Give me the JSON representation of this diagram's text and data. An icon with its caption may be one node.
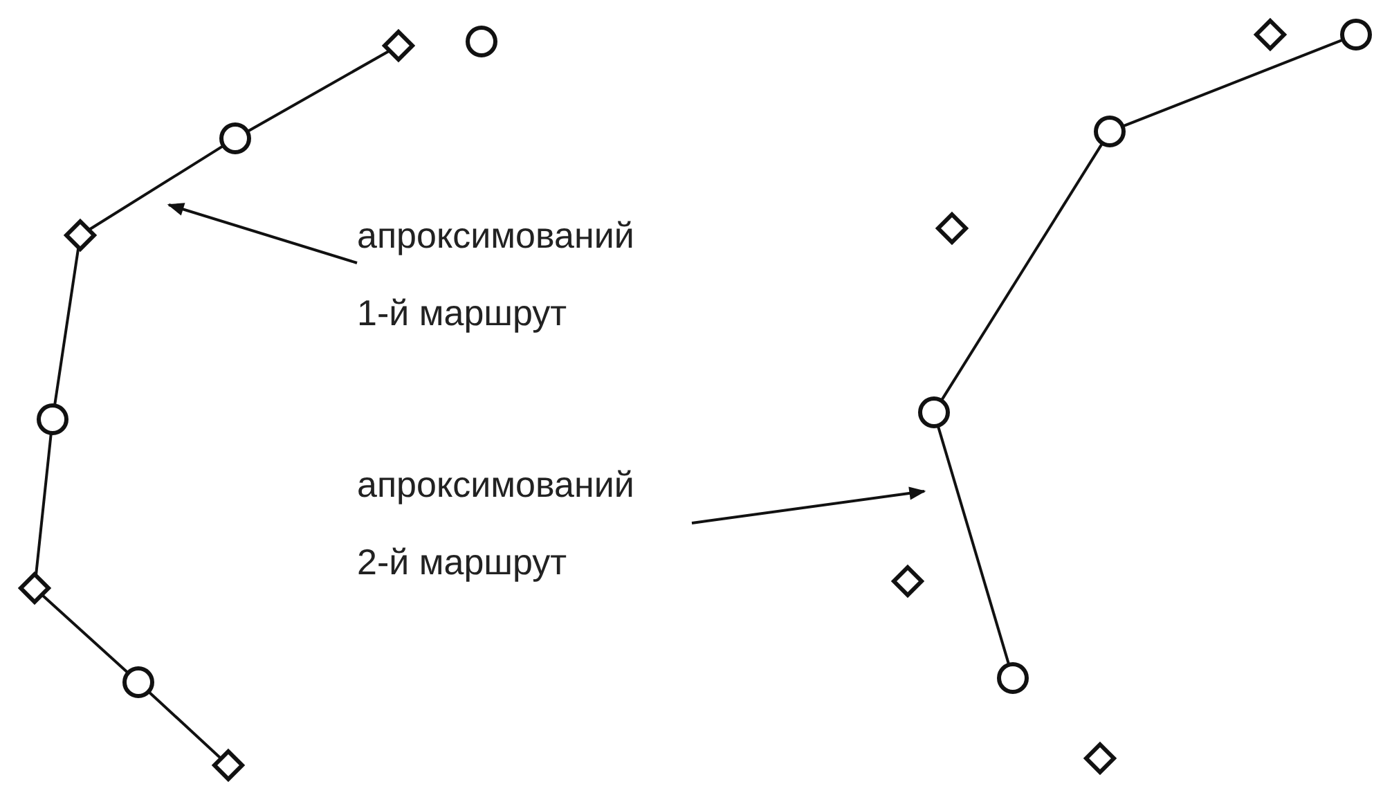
{
  "diagram": {
    "nodes": [
      {
        "text": [],
        "shape": "diamond"
      },
      {
        "text": [],
        "shape": "circle"
      },
      {
        "text": [],
        "shape": "diamond"
      },
      {
        "text": [],
        "shape": "circle"
      },
      {
        "text": [],
        "shape": "circle"
      },
      {
        "text": [],
        "shape": "circle"
      },
      {
        "text": [],
        "shape": "diamond"
      },
      {
        "text": [],
        "shape": "diamond"
      },
      {
        "text": [
          "апроксимований 1-й маршрут"
        ]
      },
      {
        "text": [],
        "shape": "circle"
      },
      {
        "text": [],
        "shape": "circle"
      },
      {
        "text": [
          "апроксимований 2-й маршрут"
        ]
      },
      {
        "text": [],
        "shape": "diamond"
      },
      {
        "text": [],
        "shape": "diamond"
      },
      {
        "text": [],
        "shape": "circle"
      },
      {
        "text": [],
        "shape": "circle"
      },
      {
        "text": [],
        "shape": "diamond"
      },
      {
        "text": [],
        "shape": "diamond"
      }
    ],
    "edges": [
      {
        "from": 0,
        "to": 5,
        "arrow": "none"
      },
      {
        "from": 5,
        "to": 6,
        "arrow": "none"
      },
      {
        "from": 6,
        "to": 10,
        "arrow": "none"
      },
      {
        "from": 10,
        "to": 12,
        "arrow": "none"
      },
      {
        "from": 12,
        "to": 15,
        "arrow": "none"
      },
      {
        "from": 15,
        "to": 16,
        "arrow": "none"
      },
      {
        "from": 3,
        "to": 4,
        "arrow": "none"
      },
      {
        "from": 4,
        "to": 9,
        "arrow": "none"
      },
      {
        "from": 9,
        "to": 14,
        "arrow": "none"
      },
      {
        "from": 8,
        "to": null,
        "arrow": "to"
      },
      {
        "from": 11,
        "to": null,
        "arrow": "to"
      }
    ]
  }
}
